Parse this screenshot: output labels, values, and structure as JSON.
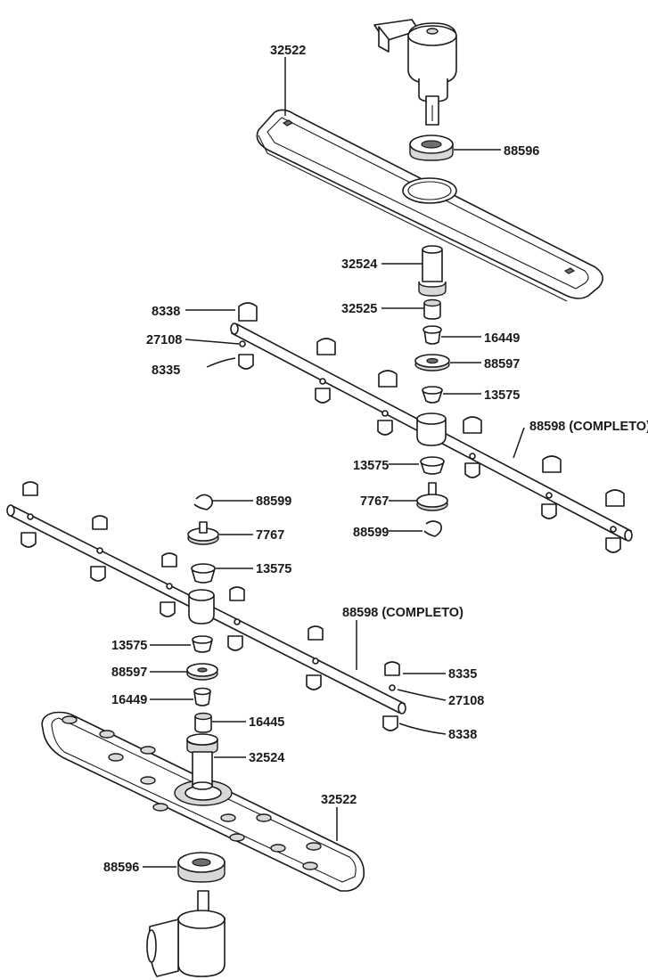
{
  "diagram": {
    "labels": {
      "upper_arm": "32522",
      "upper_seal": "88596",
      "upper_tube": "32524",
      "upper_bushing": "32525",
      "upper_ring": "16449",
      "upper_gear": "88597",
      "upper_collar_a": "13575",
      "upper_spray_tube": "88598 (COMPLETO)",
      "upper_collar_b": "13575",
      "upper_gear_b": "7767",
      "upper_clip_b": "88599",
      "upper_clip": "8338",
      "upper_pin": "27108",
      "upper_clip_small": "8335",
      "lower_clip_top": "88599",
      "lower_gear_top": "7767",
      "lower_collar_top": "13575",
      "lower_spray_tube": "88598 (COMPLETO)",
      "lower_collar_b": "13575",
      "lower_gear": "88597",
      "lower_ring": "16449",
      "lower_bushing": "16445",
      "lower_tube": "32524",
      "lower_arm": "32522",
      "lower_seal": "88596",
      "lower_clip_small": "8335",
      "lower_pin": "27108",
      "lower_clip": "8338"
    }
  }
}
